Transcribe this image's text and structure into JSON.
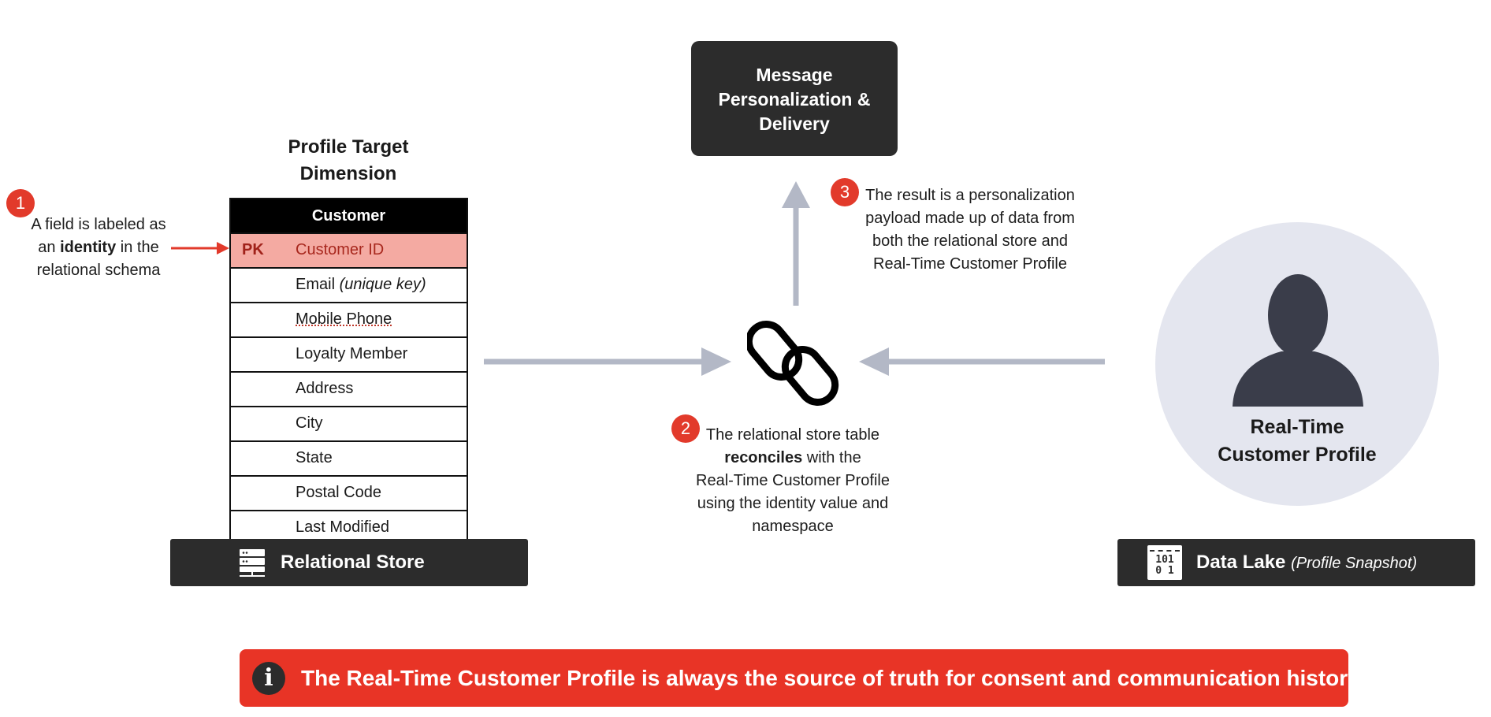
{
  "callout1": {
    "number": "1",
    "line1": "A field is labeled as",
    "line2_pre": "an ",
    "line2_bold": "identity",
    "line2_post": " in the",
    "line3": "relational schema"
  },
  "table": {
    "title_line1": "Profile Target",
    "title_line2": "Dimension",
    "header": "Customer",
    "pk_label": "PK",
    "rows": [
      {
        "label": "Customer ID",
        "note": ""
      },
      {
        "label": "Email ",
        "note": "(unique key)"
      },
      {
        "label": "Mobile Phone",
        "note": ""
      },
      {
        "label": "Loyalty Member",
        "note": ""
      },
      {
        "label": "Address",
        "note": ""
      },
      {
        "label": "City",
        "note": ""
      },
      {
        "label": "State",
        "note": ""
      },
      {
        "label": "Postal Code",
        "note": ""
      },
      {
        "label": "Last Modified",
        "note": ""
      }
    ]
  },
  "relational_store": {
    "label": "Relational Store",
    "icon": "server-icon"
  },
  "data_lake": {
    "label": "Data Lake ",
    "note": "(Profile Snapshot)",
    "icon": "binary-data-icon",
    "icon_text_top": "101",
    "icon_text_bottom": "0 1"
  },
  "message_box": {
    "line1": "Message",
    "line2": "Personalization &",
    "line3": "Delivery"
  },
  "callout2": {
    "number": "2",
    "line1": "The relational store table",
    "line2_bold": "reconciles",
    "line2_post": " with the",
    "line3": "Real-Time Customer Profile",
    "line4": "using the identity value and",
    "line5": "namespace"
  },
  "callout3": {
    "number": "3",
    "line1": "The result is a personalization",
    "line2": "payload made up of data from",
    "line3": "both the relational store and",
    "line4": "Real-Time Customer Profile"
  },
  "profile": {
    "line1": "Real-Time",
    "line2": "Customer Profile",
    "icon": "person-icon"
  },
  "banner": {
    "text": "The Real-Time Customer Profile is always the source of truth for consent and communication history",
    "icon_glyph": "i"
  },
  "colors": {
    "accent_red": "#e23a2b",
    "dark": "#2c2c2c",
    "arrow_gray": "#b3b8c6",
    "pk_fill": "#f4aaa2",
    "circle_fill": "#e4e6ef"
  }
}
